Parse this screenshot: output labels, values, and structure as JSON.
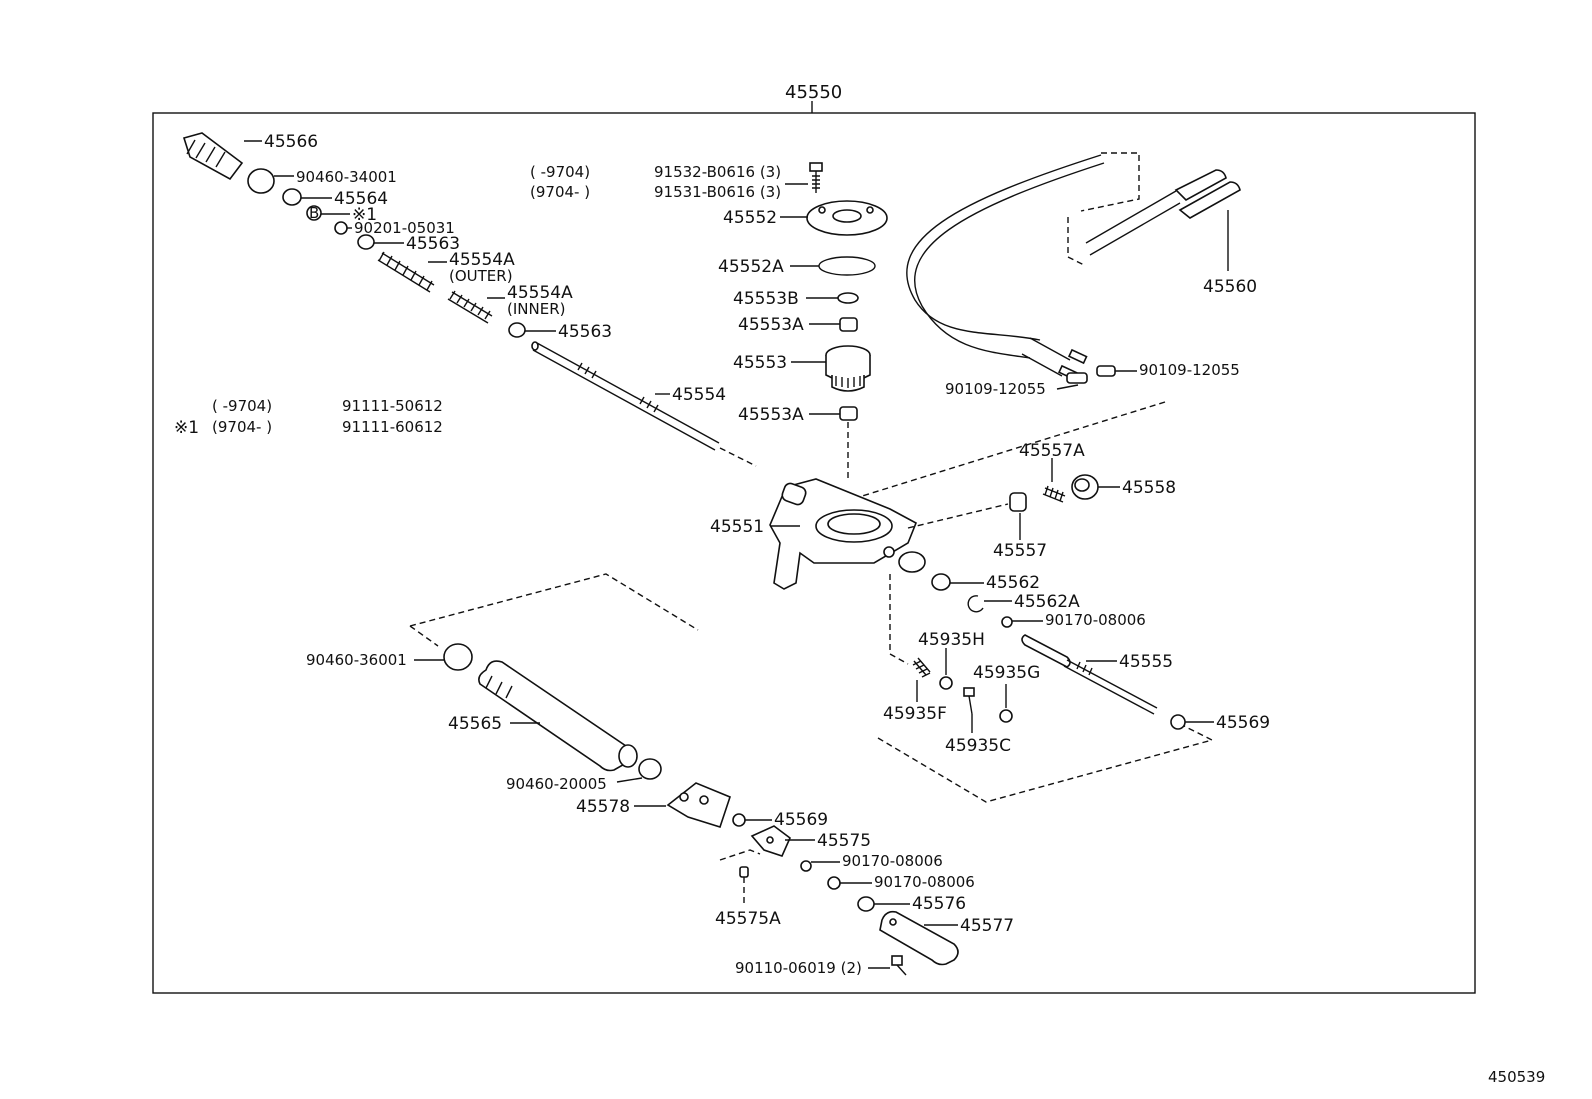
{
  "assembly_label": "45550",
  "figure_number": "450539",
  "notes": {
    "clamp_bolt_row1": {
      "range": "(       -9704)",
      "part": "91532-B0616 (3)"
    },
    "clamp_bolt_row2": {
      "range": "(9704-       )",
      "part": "91531-B0616 (3)"
    },
    "note1_row1": {
      "range": "(       -9704)",
      "part": "91111-50612"
    },
    "note1_row2": {
      "mark": "※1",
      "range": "(9704-       )",
      "part": "91111-60612"
    }
  },
  "parts": {
    "p45566": "45566",
    "p90460_34001": "90460-34001",
    "p45564": "45564",
    "pB": "B",
    "pNote1": "※1",
    "p90201_05031": "90201-05031",
    "p45563a": "45563",
    "p45554A_outer": "45554A",
    "outer": "(OUTER)",
    "p45554A_inner": "45554A",
    "inner": "(INNER)",
    "p45563b": "45563",
    "p45554": "45554",
    "p45552": "45552",
    "p45552A": "45552A",
    "p45553B": "45553B",
    "p45553A_top": "45553A",
    "p45553": "45553",
    "p45553A_bot": "45553A",
    "p45560": "45560",
    "p90109_12055_r": "90109-12055",
    "p90109_12055_l": "90109-12055",
    "p45557A": "45557A",
    "p45558": "45558",
    "p45551": "45551",
    "p45557": "45557",
    "p45562": "45562",
    "p45562A": "45562A",
    "p90170_08006_a": "90170-08006",
    "p45935H": "45935H",
    "p45555": "45555",
    "p45935G": "45935G",
    "p45935F": "45935F",
    "p45935C": "45935C",
    "p45569_r": "45569",
    "p90460_36001": "90460-36001",
    "p45565": "45565",
    "p90460_20005": "90460-20005",
    "p45578": "45578",
    "p45569_b": "45569",
    "p45575": "45575",
    "p90170_08006_b": "90170-08006",
    "p90170_08006_c": "90170-08006",
    "p45576": "45576",
    "p45575A": "45575A",
    "p45577": "45577",
    "p90110_06019": "90110-06019 (2)"
  }
}
